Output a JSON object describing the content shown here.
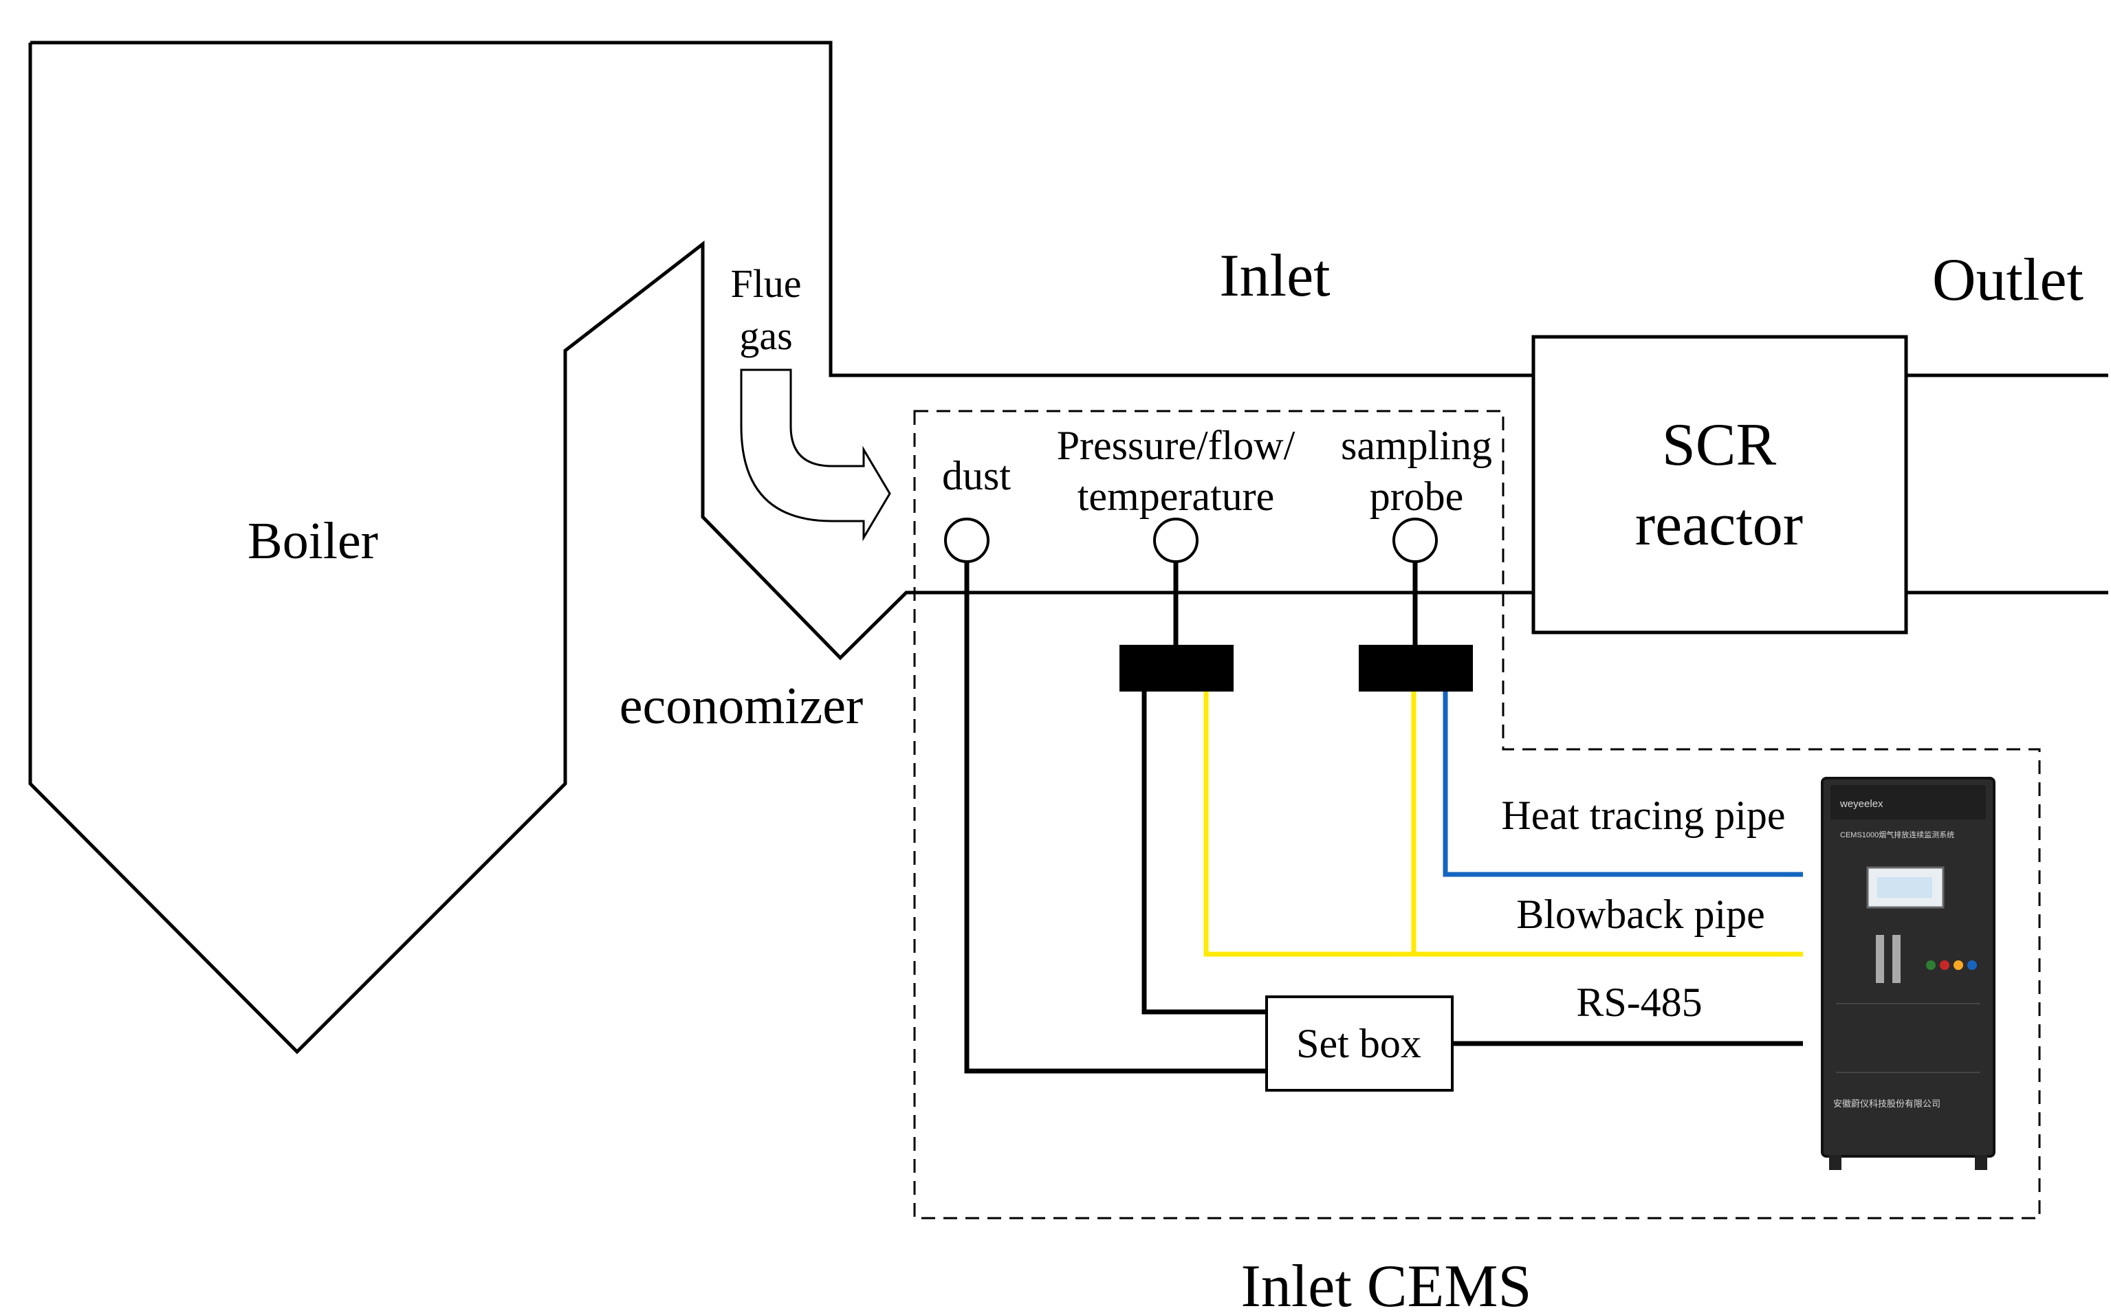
{
  "labels": {
    "boiler": "Boiler",
    "economizer": "economizer",
    "flue_gas_line1": "Flue",
    "flue_gas_line2": "gas",
    "inlet": "Inlet",
    "outlet": "Outlet",
    "scr_line1": "SCR",
    "scr_line2": "reactor",
    "dust": "dust",
    "pressure_line1": "Pressure/flow/",
    "pressure_line2": "temperature",
    "sampling_line1": "sampling",
    "sampling_line2": "probe",
    "heat_tracing": "Heat tracing pipe",
    "blowback": "Blowback pipe",
    "rs485": "RS-485",
    "set_box": "Set box",
    "inlet_cems": "Inlet CEMS"
  },
  "cabinet": {
    "brand": "weyeelex",
    "model": "CEMS1000烟气排放连续监测系统",
    "footer": "安徽蔚仪科技股份有限公司"
  },
  "colors": {
    "line": "#000000",
    "heat_tracing_pipe": "#1565c0",
    "blowback_pipe": "#ffea00",
    "cabinet_body": "#2b2b2b"
  },
  "icons": {
    "cems_cabinet": "cems-analyzer-cabinet",
    "flue_gas_arrow": "curved-arrow-icon"
  }
}
